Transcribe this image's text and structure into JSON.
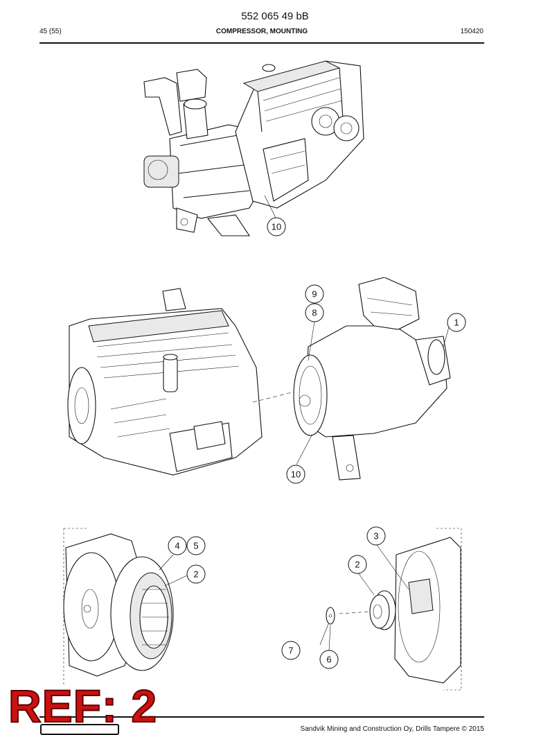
{
  "header": {
    "doc_number": "552 065 49 bB",
    "page": "45 (55)",
    "section_title": "COMPRESSOR, MOUNTING",
    "date_code": "150420"
  },
  "callouts": {
    "figure_top": [
      "10"
    ],
    "figure_middle": [
      "9",
      "8",
      "1",
      "10"
    ],
    "figure_bottom": [
      "4",
      "5",
      "2",
      "3",
      "2",
      "7",
      "6"
    ]
  },
  "stamp": {
    "text": "REF: 2",
    "color": "#cc1111"
  },
  "footer": {
    "copyright": "Sandvik Mining and Construction Oy, Drills Tampere © 2015"
  }
}
